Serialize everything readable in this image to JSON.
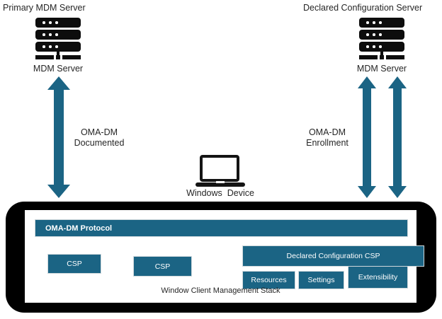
{
  "diagram": {
    "title_left": "Primary MDM Server",
    "title_right": "Declared Configuration Server",
    "left_server_label": "MDM Server",
    "right_server_label": "MDM Server",
    "device_label": "Windows  Device",
    "left_flow_line1": "OMA-DM",
    "left_flow_line2": "Documented",
    "right_flow_line1": "OMA-DM",
    "right_flow_line2": "Enrollment",
    "accent_color": "#1b6484",
    "icon_color": "#0d0d0d",
    "shell_color": "#000000"
  },
  "stack": {
    "protocol_bar": "OMA-DM Protocol",
    "csp_1": "CSP",
    "csp_2": "CSP",
    "declared_config_csp": "Declared Configuration CSP",
    "resources": "Resources",
    "settings": "Settings",
    "extensibility": "Extensibility",
    "caption": "Window Client Management Stack"
  }
}
